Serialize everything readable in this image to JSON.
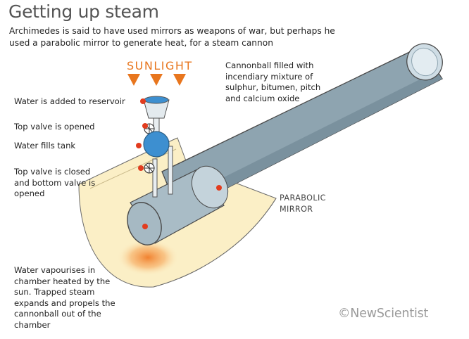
{
  "title": "Getting up steam",
  "subtitle": "Archimedes is said to have used mirrors as weapons of war, but perhaps he used a parabolic mirror to generate heat, for a steam cannon",
  "sunlight_label": "SUNLIGHT",
  "labels": {
    "reservoir": "Water is added to reservoir",
    "top_valve_opened": "Top valve is opened",
    "tank_fills": "Water fills tank",
    "top_valve_closed": "Top valve is closed and bottom valve is opened",
    "cannonball": "Cannonball filled with incendiary mixture of sulphur, bitumen, pitch and calcium oxide",
    "mirror": "PARABOLIC MIRROR",
    "steam": "Water vapourises in chamber heated by the sun. Trapped steam expands and propels the cannonball out of the chamber"
  },
  "brand": "©NewScientist",
  "colors": {
    "accent_orange": "#e8761e",
    "marker_red": "#e23c1e",
    "barrel": "#8ea4b0",
    "chamber": "#a9bcc6",
    "mirror": "#fbefc6",
    "tank": "#3d8fd0"
  }
}
